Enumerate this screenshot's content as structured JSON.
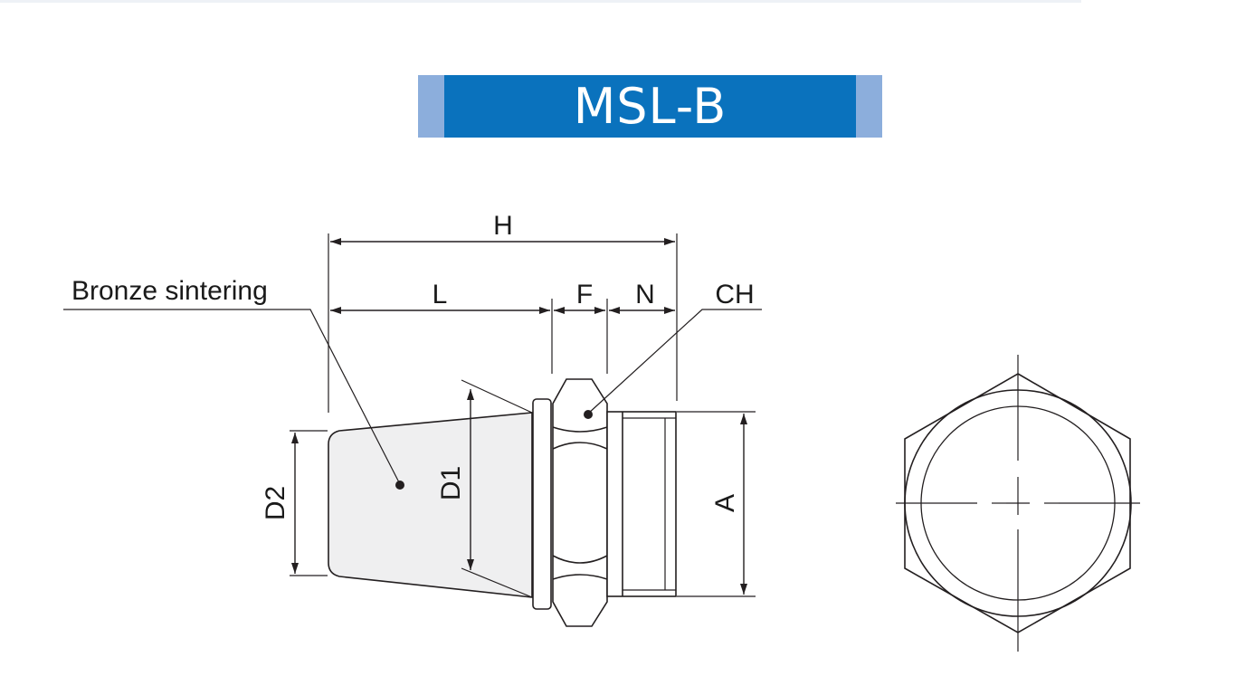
{
  "title": "MSL-B",
  "labels": {
    "bronze": "Bronze sintering",
    "h": "H",
    "l": "L",
    "f": "F",
    "n": "N",
    "ch": "CH",
    "d1": "D1",
    "d2": "D2",
    "a": "A"
  },
  "colors": {
    "banner": "#0a72bd",
    "banner_side": "#8caedc",
    "bronze_fill": "#efeff0",
    "line": "#231f20"
  }
}
